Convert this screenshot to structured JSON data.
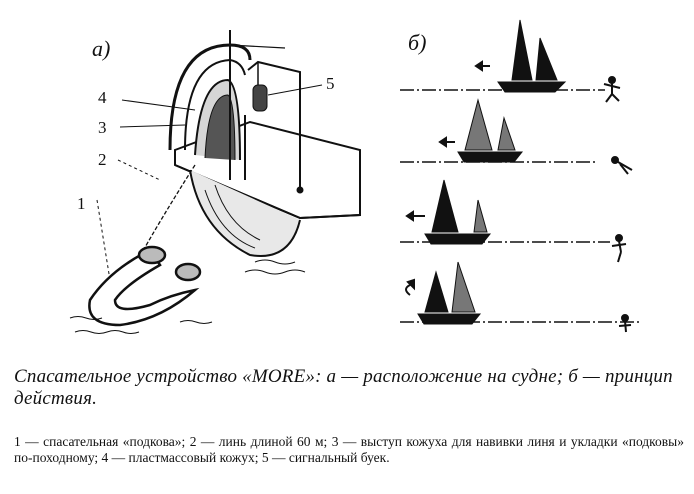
{
  "panel_a": {
    "label": "а)",
    "callouts": [
      "1",
      "2",
      "3",
      "4",
      "5"
    ]
  },
  "panel_b": {
    "label": "б)"
  },
  "caption": {
    "title": "Спасательное устройство «MORE»: а — расположение на судне; б — принцип действия.",
    "legend": "1 — спасательная «подкова»; 2 — линь длиной 60 м; 3 — выступ кожуха для навивки линя и укладки «подковы» по-походному; 4 — пластмассовый кожух; 5 — сигнальный буек."
  },
  "colors": {
    "ink": "#111111",
    "paper": "#ffffff"
  }
}
